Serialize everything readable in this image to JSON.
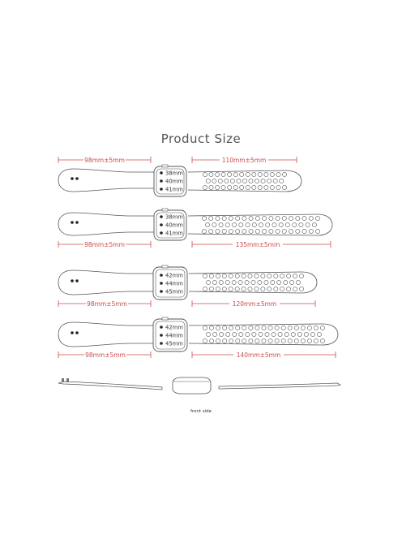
{
  "title": "Product Size",
  "caption": "front side",
  "colors": {
    "dimension": "#cc4b4b",
    "outline": "#555555",
    "background": "#ffffff"
  },
  "bands": [
    {
      "left_label": "98mm±5mm",
      "right_label": "110mm±5mm",
      "sizes": [
        "38mm",
        "40mm",
        "41mm"
      ]
    },
    {
      "left_label": "98mm±5mm",
      "right_label": "135mm±5mm",
      "sizes": [
        "38mm",
        "40mm",
        "41mm"
      ]
    },
    {
      "left_label": "98mm±5mm",
      "right_label": "120mm±5mm",
      "sizes": [
        "42mm",
        "44mm",
        "45mm"
      ]
    },
    {
      "left_label": "98mm±5mm",
      "right_label": "140mm±5mm",
      "sizes": [
        "42mm",
        "44mm",
        "45mm"
      ]
    }
  ]
}
